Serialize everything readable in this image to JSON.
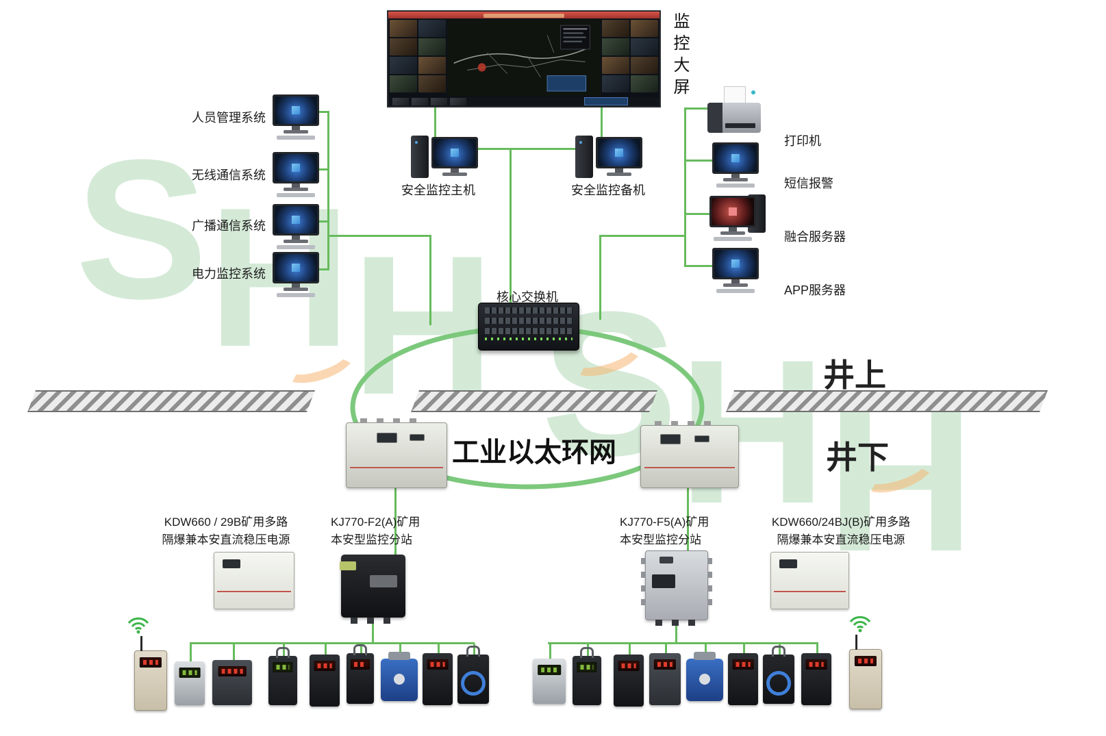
{
  "watermark": {
    "text": "SHH",
    "letters": [
      "S",
      "H",
      "H"
    ]
  },
  "big_screen": {
    "label": "监控大屏"
  },
  "surface_systems_left": [
    {
      "label": "人员管理系统"
    },
    {
      "label": "无线通信系统"
    },
    {
      "label": "广播通信系统"
    },
    {
      "label": "电力监控系统"
    }
  ],
  "hosts": {
    "main": "安全监控主机",
    "backup": "安全监控备机"
  },
  "core_switch": {
    "label": "核心交换机"
  },
  "surface_systems_right": [
    {
      "label": "打印机"
    },
    {
      "label": "短信报警"
    },
    {
      "label": "融合服务器"
    },
    {
      "label": "APP服务器"
    }
  ],
  "ring_network": {
    "label": "工业以太环网"
  },
  "zones": {
    "surface": "井上",
    "underground": "井下"
  },
  "underground_equipment": [
    {
      "name": "KDW660 / 29B矿用多路",
      "desc": "隔爆兼本安直流稳压电源"
    },
    {
      "name": "KJ770-F2(A)矿用",
      "desc": "本安型监控分站"
    },
    {
      "name": "KJ770-F5(A)矿用",
      "desc": "本安型监控分站"
    },
    {
      "name": "KDW660/24BJ(B)矿用多路",
      "desc": "隔爆兼本安直流稳压电源"
    }
  ],
  "colors": {
    "line_green": "#66bb5c",
    "ring_green": "#7cc87c"
  },
  "icons": {
    "wifi": "wifi-icon"
  }
}
